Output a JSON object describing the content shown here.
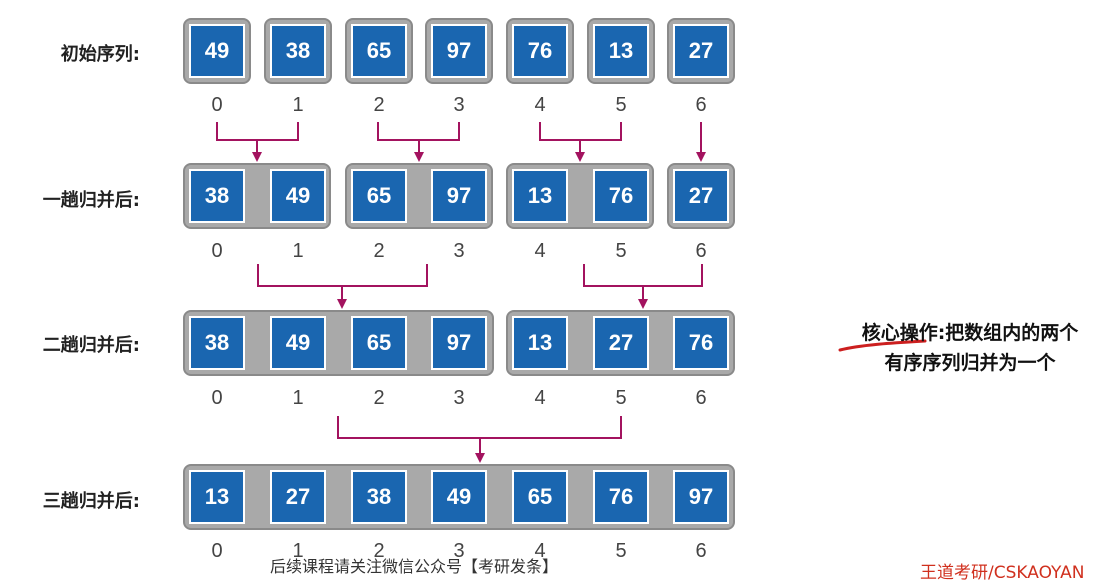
{
  "labels": {
    "initial": "初始序列:",
    "pass1": "一趟归并后:",
    "pass2": "二趟归并后:",
    "pass3": "三趟归并后:"
  },
  "rows": {
    "initial": [
      49,
      38,
      65,
      97,
      76,
      13,
      27
    ],
    "pass1": [
      38,
      49,
      65,
      97,
      13,
      76,
      27
    ],
    "pass2": [
      38,
      49,
      65,
      97,
      13,
      27,
      76
    ],
    "pass3": [
      13,
      27,
      38,
      49,
      65,
      76,
      97
    ]
  },
  "indices": [
    "0",
    "1",
    "2",
    "3",
    "4",
    "5",
    "6"
  ],
  "note": {
    "keyword": "核心操作",
    "line1_rest": ":把数组内的两个",
    "line2": "有序序列归并为一个"
  },
  "footer": {
    "center": "后续课程请关注微信公众号【考研发条】",
    "right": "王道考研/CSKAOYAN"
  },
  "colors": {
    "cell": "#1a66b0",
    "group": "#a9a9a9",
    "arrow": "#a3135f",
    "underline": "#cc1f1f"
  }
}
